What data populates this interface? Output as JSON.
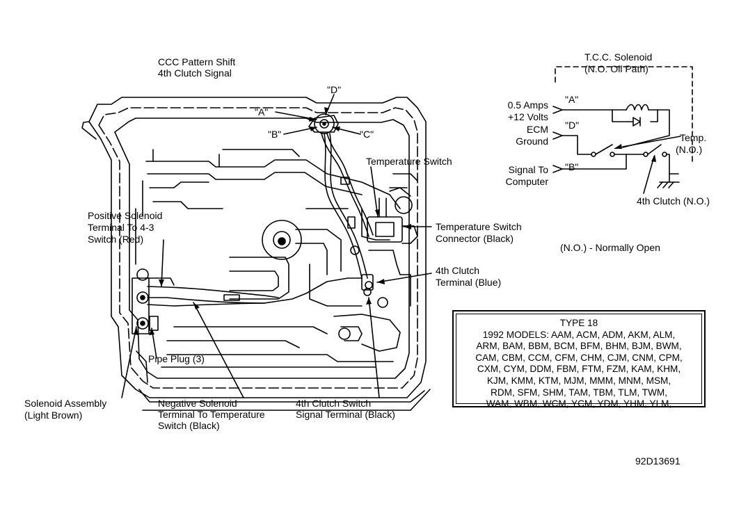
{
  "labels": {
    "ccc_line1": "CCC Pattern Shift",
    "ccc_line2": "4th Clutch Signal",
    "term_d": "\"D\"",
    "term_a": "\"A\"",
    "term_b": "\"B\"",
    "term_c": "\"C\"",
    "temperature_switch": "Temperature Switch",
    "temp_switch_connector_1": "Temperature Switch",
    "temp_switch_connector_2": "Connector (Black)",
    "fourth_clutch_terminal_1": "4th Clutch",
    "fourth_clutch_terminal_2": "Terminal (Blue)",
    "positive_solenoid_1": "Positive Solenoid",
    "positive_solenoid_2": "Terminal To 4-3",
    "positive_solenoid_3": "Switch (Red)",
    "pipe_plug": "Pipe Plug (3)",
    "solenoid_assembly_1": "Solenoid Assembly",
    "solenoid_assembly_2": "(Light Brown)",
    "negative_solenoid_1": "Negative Solenoid",
    "negative_solenoid_2": "Terminal To Temperature",
    "negative_solenoid_3": "Switch (Black)",
    "fourth_clutch_switch_1": "4th Clutch Switch",
    "fourth_clutch_switch_2": "Signal Terminal (Black)"
  },
  "schematic": {
    "tcc_1": "T.C.C. Solenoid",
    "tcc_2": "(N.O. Oil Path)",
    "amps": "0.5 Amps",
    "volts": "+12 Volts",
    "ecm": "ECM",
    "ground": "Ground",
    "signal_to": "Signal To",
    "computer": "Computer",
    "pin_a": "\"A\"",
    "pin_d": "\"D\"",
    "pin_b": "\"B\"",
    "temp_1": "Temp.",
    "temp_2": "(N.O.)",
    "fourth_clutch_no": "4th Clutch (N.O.)",
    "legend": "(N.O.) - Normally Open"
  },
  "models": {
    "type": "TYPE 18",
    "lines": [
      "1992 MODELS: AAM, ACM, ADM, AKM, ALM,",
      "ARM, BAM, BBM, BCM, BFM, BHM, BJM, BWM,",
      "CAM, CBM, CCM, CFM, CHM, CJM, CNM, CPM,",
      "CXM, CYM, DDM, FBM, FTM, FZM, KAM, KHM,",
      "KJM, KMM, KTM, MJM, MMM, MNM, MSM,",
      "RDM, SFM, SHM, TAM, TBM, TLM, TWM,",
      "WAM, WBM, WCM, YCM, YDM, YHM, YLM,"
    ]
  },
  "figure_id": "92D13691"
}
